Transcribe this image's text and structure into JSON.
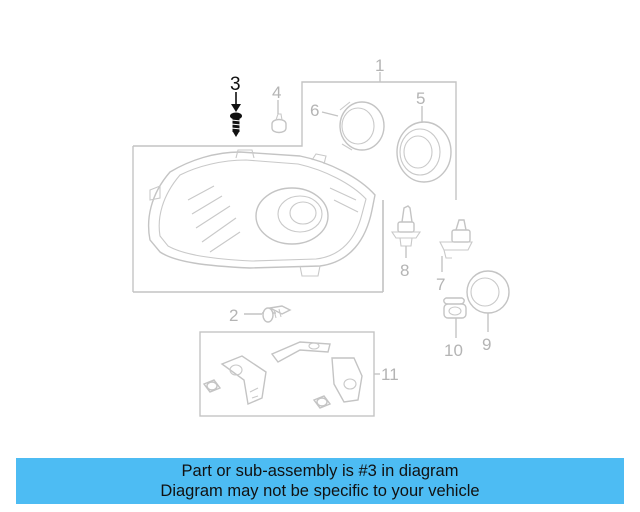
{
  "diagram": {
    "callouts": [
      "1",
      "2",
      "3",
      "4",
      "5",
      "6",
      "7",
      "8",
      "9",
      "10",
      "11"
    ],
    "highlighted": "3",
    "highlight_color": "#111111",
    "parts_color": "#c4c4c4"
  },
  "banner": {
    "line1": "Part or sub-assembly is #3 in diagram",
    "line2": "Diagram may not be specific to your vehicle",
    "background": "#4dbcf3"
  }
}
